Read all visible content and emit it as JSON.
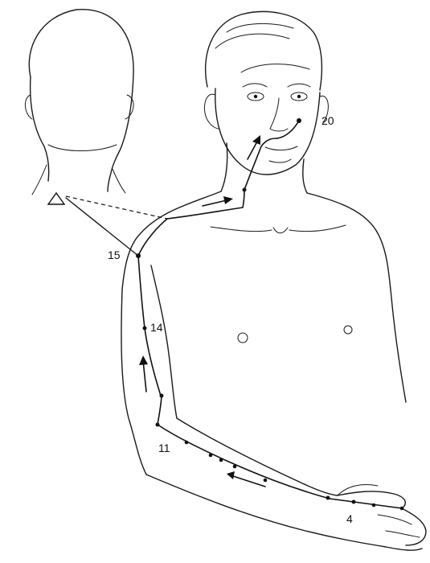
{
  "figure": {
    "point_labels": {
      "p20": "20",
      "p15": "15",
      "p14": "14",
      "p11": "11",
      "p4": "4"
    },
    "connection_marker": "triangle-icon"
  }
}
